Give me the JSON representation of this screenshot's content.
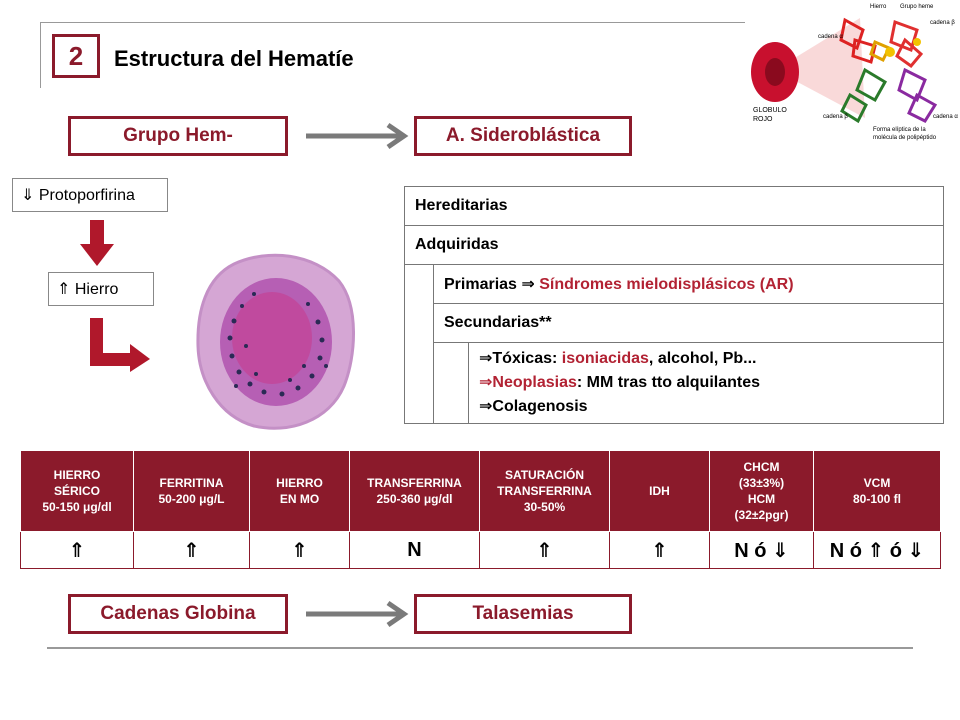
{
  "header": {
    "number": "2",
    "title": "Estructura del Hematíe"
  },
  "flow": {
    "grupo_hem": "Grupo Hem-",
    "sideroblastica": "A. Sideroblástica",
    "cadenas_globina": "Cadenas Globina",
    "talasemias": "Talasemias"
  },
  "labels": {
    "protoporfirina": "⇓ Protoporfirina",
    "hierro": "⇑ Hierro"
  },
  "classification": {
    "hereditarias": "Hereditarias",
    "adquiridas": "Adquiridas",
    "primarias_prefix": "Primarias ⇒ ",
    "primarias_red": "Síndromes mielodisplásicos (AR)",
    "secundarias": "Secundarias**",
    "toxicas_label": "⇒Tóxicas: ",
    "toxicas_red": "isoniacidas",
    "toxicas_rest": ", alcohol, Pb...",
    "neoplasias_red": "⇒Neoplasias",
    "neoplasias_rest": ": MM tras tto alquilantes",
    "colagenosis": "⇒Colagenosis"
  },
  "table": {
    "headers": [
      [
        "HIERRO",
        "SÉRICO",
        "50-150 μg/dl"
      ],
      [
        "FERRITINA",
        "50-200 μg/L"
      ],
      [
        "HIERRO",
        "EN MO"
      ],
      [
        "TRANSFERRINA",
        "250-360 μg/dl"
      ],
      [
        "SATURACIÓN",
        "TRANSFERRINA",
        "30-50%"
      ],
      [
        "IDH"
      ],
      [
        "CHCM",
        "(33±3%)",
        "HCM",
        "(32±2pgr)"
      ],
      [
        "VCM",
        "80-100 fl"
      ]
    ],
    "values": [
      "⇑",
      "⇑",
      "⇑",
      "N",
      "⇑",
      "⇑",
      "N ó ⇓",
      "N ó ⇑ ó ⇓"
    ]
  },
  "figure_labels": {
    "hierro": "Hierro",
    "grupo_heme": "Grupo heme",
    "cadena_a1": "cadena α",
    "cadena_b1": "cadena β",
    "cadena_a2": "cadena α",
    "cadena_b2": "cadena β",
    "globulo": "GLOBULO",
    "rojo": "ROJO",
    "forma1": "Forma elíptica de la",
    "forma2": "molécula de polipéptido"
  },
  "colors": {
    "accent": "#8b1a2b",
    "red_text": "#b22233"
  }
}
